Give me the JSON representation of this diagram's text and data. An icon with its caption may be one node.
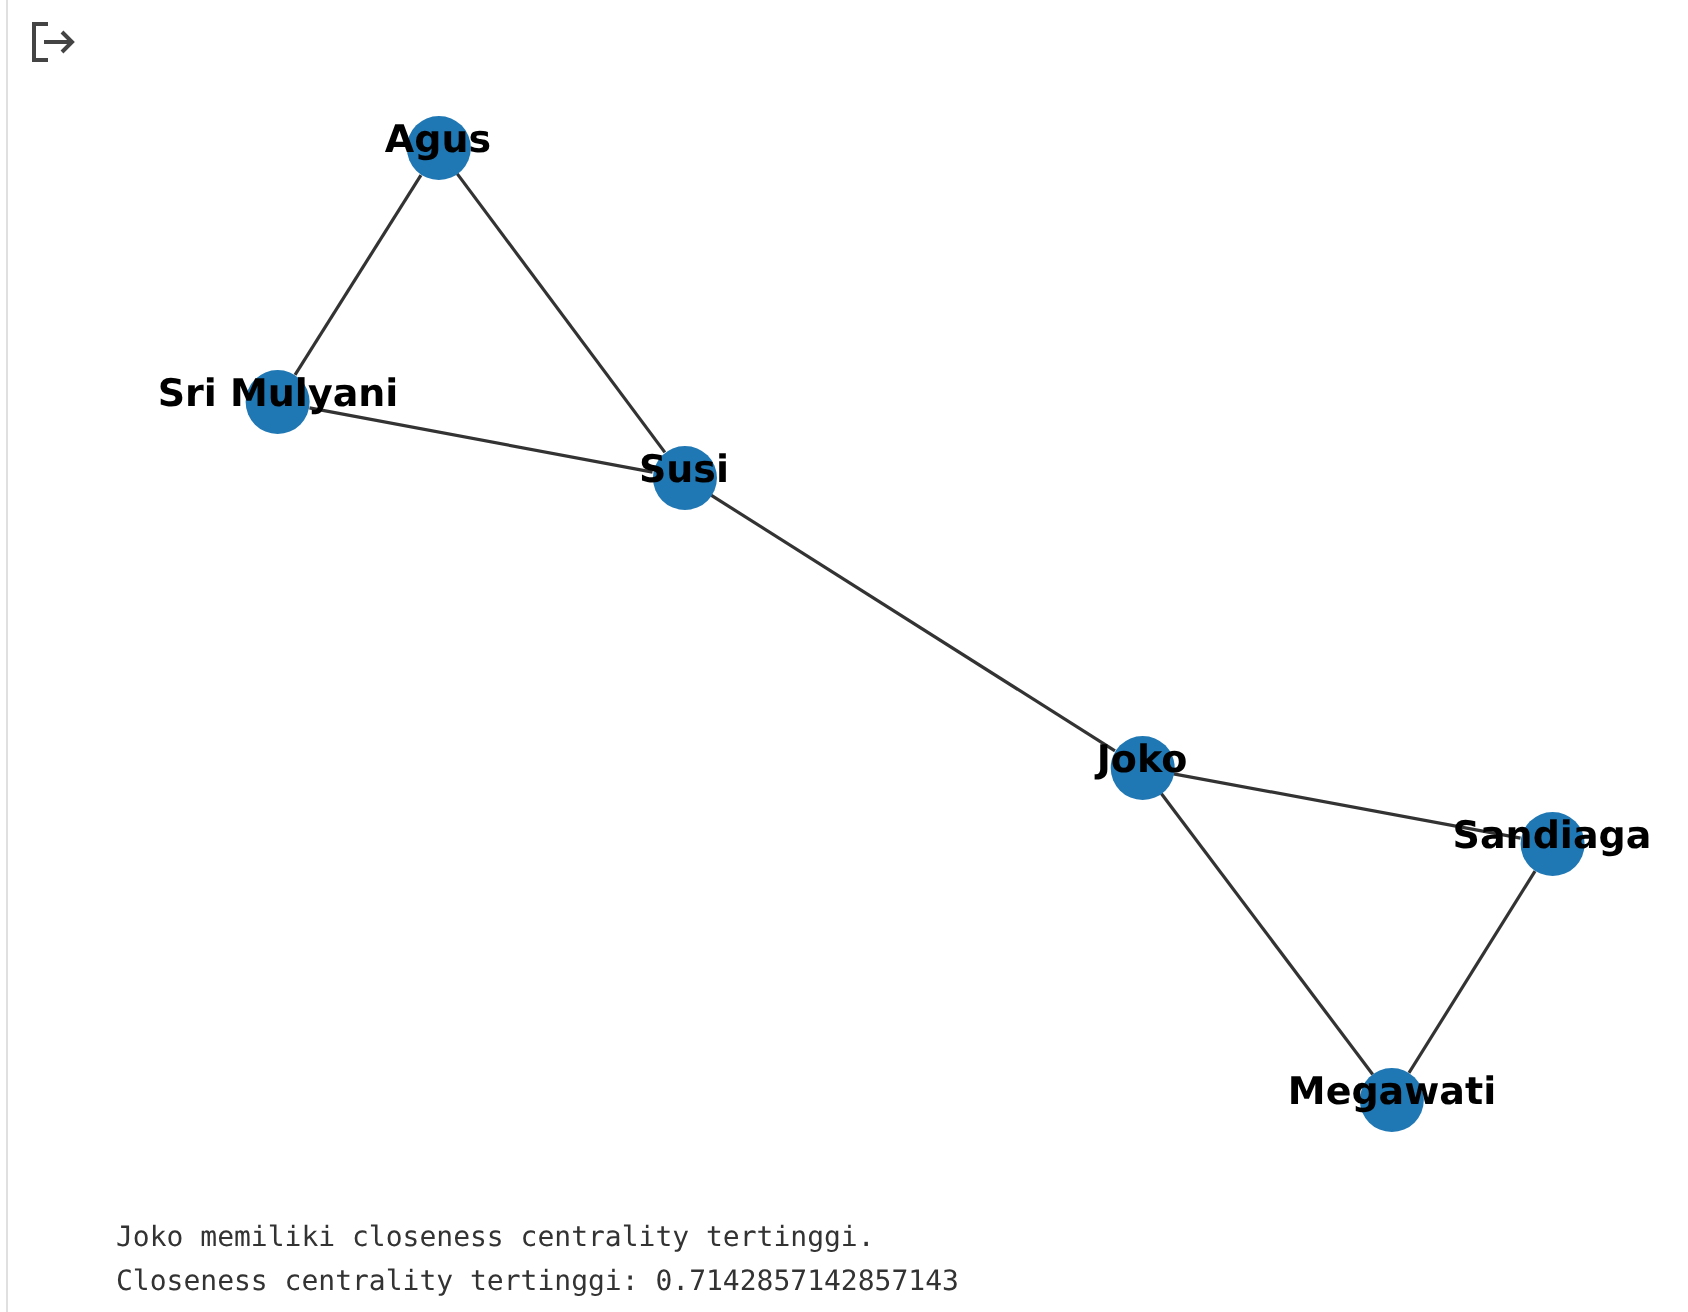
{
  "diagram": {
    "nodes": [
      {
        "text": [
          "Agus"
        ]
      },
      {
        "text": [
          "Sri Mulyani"
        ]
      },
      {
        "text": [
          "Susi"
        ]
      },
      {
        "text": [
          "Joko"
        ]
      },
      {
        "text": [
          "Sandiaga"
        ]
      },
      {
        "text": [
          "Megawati"
        ]
      }
    ],
    "edges": [
      {
        "from": 0,
        "to": 1,
        "arrow": "none"
      },
      {
        "from": 0,
        "to": 2,
        "arrow": "none"
      },
      {
        "from": 1,
        "to": 2,
        "arrow": "none"
      },
      {
        "from": 2,
        "to": 3,
        "arrow": "none"
      },
      {
        "from": 3,
        "to": 4,
        "arrow": "none"
      },
      {
        "from": 3,
        "to": 5,
        "arrow": "none"
      },
      {
        "from": 4,
        "to": 5,
        "arrow": "none"
      }
    ],
    "labels": [
      "Joko memiliki closeness centrality tertinggi.",
      "Closeness centrality tertinggi: 0.7142857142857143"
    ]
  }
}
